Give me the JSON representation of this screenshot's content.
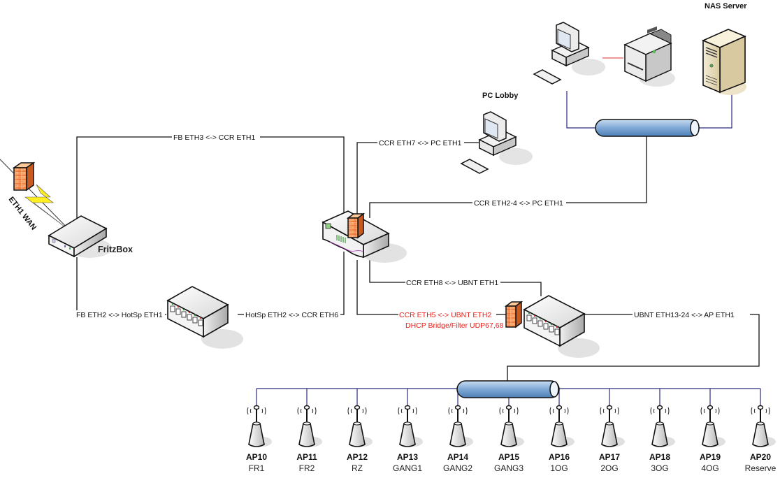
{
  "colors": {
    "wire": "#111111",
    "lan_wire": "#2a2a80",
    "highlight_text": "#e8201c",
    "firewall": "#f08a3c",
    "bus_pipe": "#7fa9d6",
    "lightning": "#ffee22"
  },
  "devices": {
    "fritzbox": {
      "label": "FritzBox",
      "icon": "router-icon"
    },
    "wan": {
      "label": "ETH1 WAN",
      "icon": "firewall-icon"
    },
    "ccr": {
      "icon": "core-router-icon"
    },
    "hotspot_switch": {
      "icon": "switch-icon"
    },
    "ubnt_switch": {
      "icon": "switch-icon"
    },
    "pc_lobby": {
      "label": "PC Lobby",
      "icon": "desktop-pc-icon"
    },
    "office_pc": {
      "icon": "desktop-pc-icon"
    },
    "printer": {
      "icon": "printer-icon"
    },
    "nas": {
      "label": "NAS Server",
      "icon": "server-tower-icon"
    }
  },
  "links": {
    "fb_ccr": "FB ETH3 <-> CCR ETH1",
    "fb_hotsp": "FB ETH2 <-> HotSp ETH1",
    "hotsp_ccr": "HotSp ETH2 <-> CCR ETH6",
    "ccr_pc_lobby": "CCR ETH7 <-> PC ETH1",
    "ccr_pc_lan": "CCR ETH2-4 <-> PC ETH1",
    "ccr_ubnt_eth1": "CCR ETH8 <-> UBNT ETH1",
    "ccr_ubnt_eth2": "CCR ETH5 <-> UBNT ETH2",
    "dhcp_filter": "DHCP Bridge/Filter  UDP67,68",
    "ubnt_ap": "UBNT ETH13-24 <-> AP ETH1"
  },
  "access_points": [
    {
      "name": "AP10",
      "location": "FR1"
    },
    {
      "name": "AP11",
      "location": "FR2"
    },
    {
      "name": "AP12",
      "location": "RZ"
    },
    {
      "name": "AP13",
      "location": "GANG1"
    },
    {
      "name": "AP14",
      "location": "GANG2"
    },
    {
      "name": "AP15",
      "location": "GANG3"
    },
    {
      "name": "AP16",
      "location": "1OG"
    },
    {
      "name": "AP17",
      "location": "2OG"
    },
    {
      "name": "AP18",
      "location": "3OG"
    },
    {
      "name": "AP19",
      "location": "4OG"
    },
    {
      "name": "AP20",
      "location": "Reserve"
    }
  ]
}
